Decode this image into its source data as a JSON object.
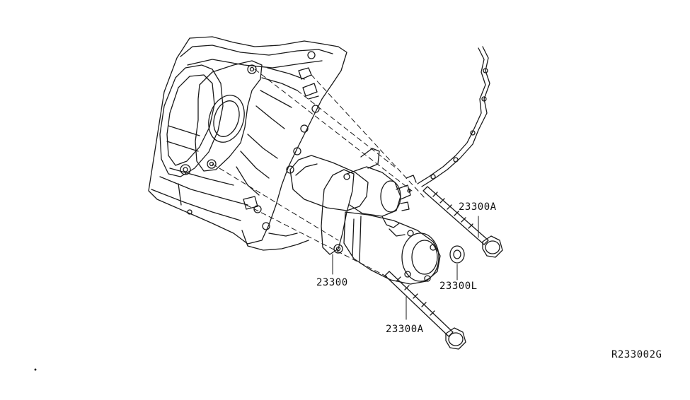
{
  "diagram": {
    "part_labels": {
      "bolt_upper": "23300A",
      "washer": "23300L",
      "starter_motor": "23300",
      "bolt_lower": "23300A"
    },
    "reference_code": "R233002G"
  },
  "colors": {
    "line": "#1a1a1a",
    "background": "#ffffff"
  }
}
